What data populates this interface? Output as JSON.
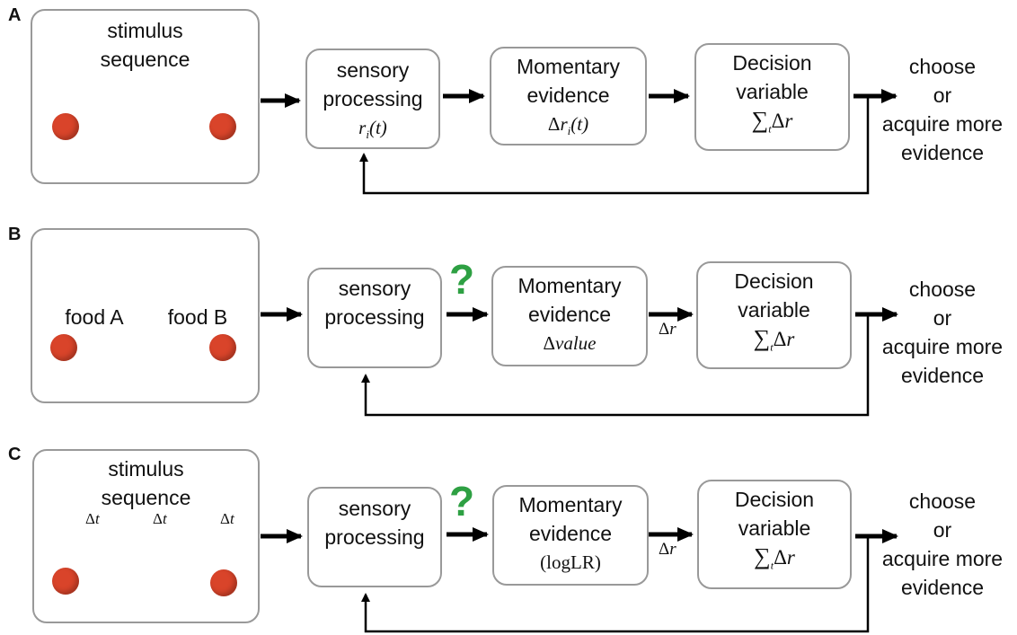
{
  "panels": [
    {
      "letter": "A",
      "stimulus": {
        "title_line1": "stimulus",
        "title_line2": "sequence"
      },
      "sensory": {
        "line1": "sensory",
        "line2": "processing",
        "math": "r",
        "math_sub": "i",
        "math_arg": "(t)"
      },
      "momentary": {
        "line1": "Momentary",
        "line2": "evidence",
        "math_prefix": "Δ",
        "math": "r",
        "math_sub": "i",
        "math_arg": "(t)"
      },
      "decision": {
        "line1": "Decision",
        "line2": "variable",
        "sum": "∑",
        "sum_sub": "t",
        "math": "Δ",
        "math2": "r"
      },
      "outcome": {
        "line1": "choose",
        "line2": "or",
        "line3": "acquire more",
        "line4": "evidence"
      }
    },
    {
      "letter": "B",
      "stimulus": {
        "foodA": "food A",
        "foodB": "food B"
      },
      "sensory": {
        "line1": "sensory",
        "line2": "processing"
      },
      "question": "?",
      "momentary": {
        "line1": "Momentary",
        "line2": "evidence",
        "math_prefix": "Δ",
        "math": "value"
      },
      "arrow_label": {
        "prefix": "Δ",
        "var": "r"
      },
      "decision": {
        "line1": "Decision",
        "line2": "variable",
        "sum": "∑",
        "sum_sub": "t",
        "math": "Δ",
        "math2": "r"
      },
      "outcome": {
        "line1": "choose",
        "line2": "or",
        "line3": "acquire more",
        "line4": "evidence"
      }
    },
    {
      "letter": "C",
      "stimulus": {
        "title_line1": "stimulus",
        "title_line2": "sequence",
        "dt_prefix": "Δ",
        "dt_var": "t"
      },
      "sensory": {
        "line1": "sensory",
        "line2": "processing"
      },
      "question": "?",
      "momentary": {
        "line1": "Momentary",
        "line2": "evidence",
        "math": "(logLR)"
      },
      "arrow_label": {
        "prefix": "Δ",
        "var": "r"
      },
      "decision": {
        "line1": "Decision",
        "line2": "variable",
        "sum": "∑",
        "sum_sub": "t",
        "math": "Δ",
        "math2": "r"
      },
      "outcome": {
        "line1": "choose",
        "line2": "or",
        "line3": "acquire more",
        "line4": "evidence"
      }
    }
  ],
  "colors": {
    "target_dot": "#d9442a",
    "question": "#2ea043",
    "box_border": "#999999",
    "arrow": "#000000"
  }
}
